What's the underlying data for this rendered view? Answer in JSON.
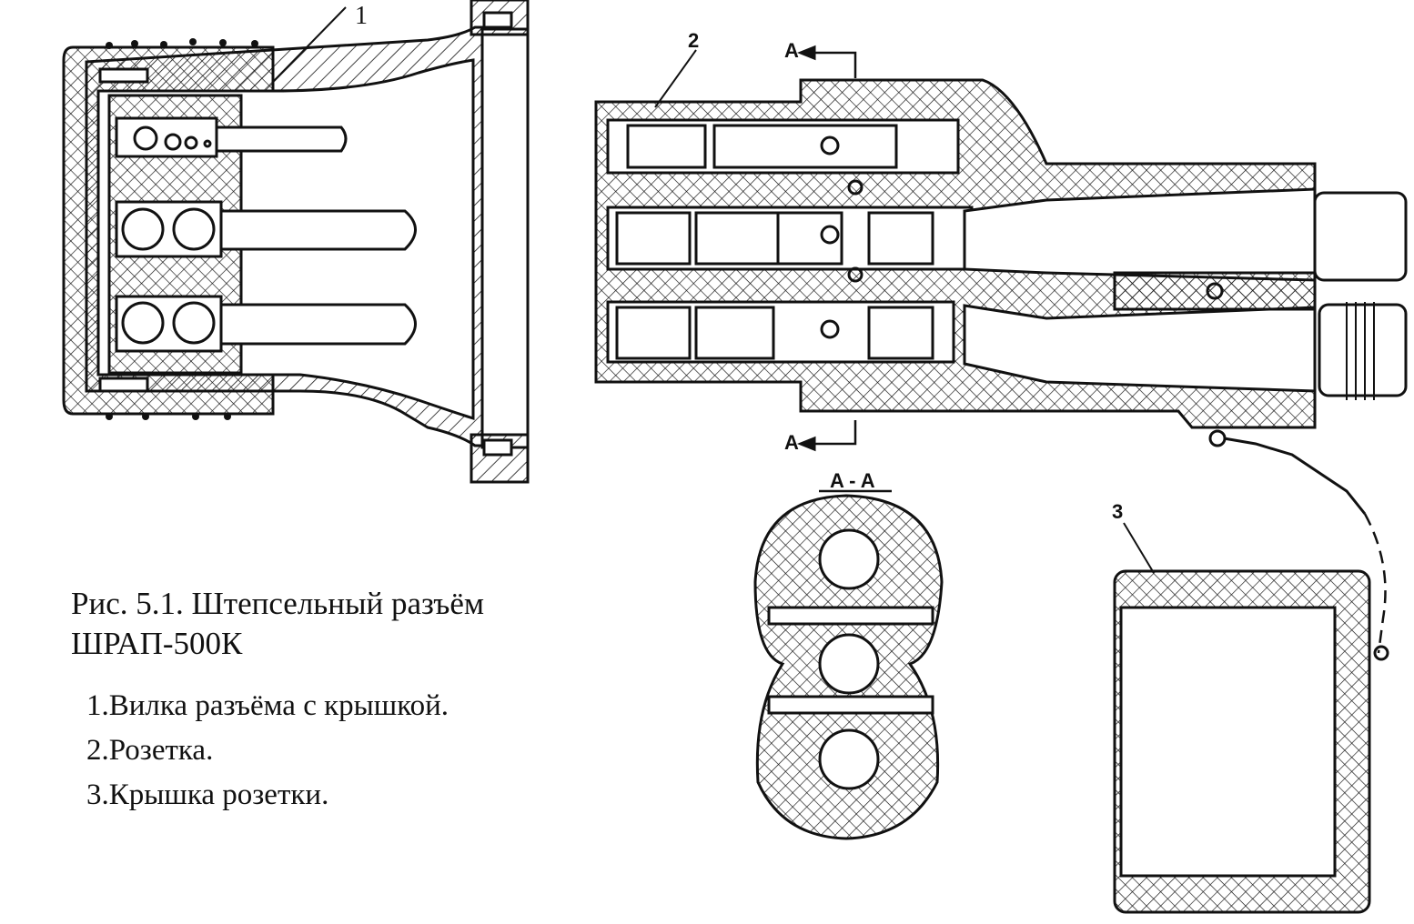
{
  "caption": {
    "line1": "Рис. 5.1. Штепсельный разъём",
    "line2": "ШРАП-500К"
  },
  "legend": [
    "1.Вилка разъёма с крышкой.",
    "2.Розетка.",
    "3.Крышка розетки."
  ],
  "callouts": {
    "part1": "1",
    "part2": "2",
    "part3": "3",
    "section_top": "A",
    "section_bottom": "A",
    "section_title": "A - A"
  },
  "colors": {
    "ink": "#111111",
    "paper": "#ffffff"
  }
}
